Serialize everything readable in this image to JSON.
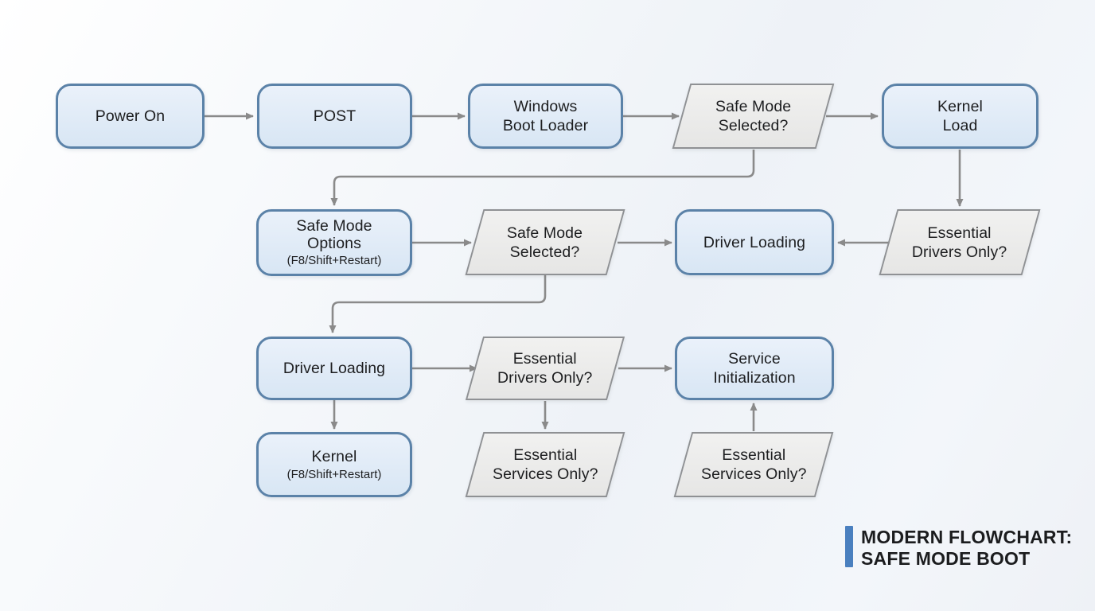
{
  "title": {
    "text": "MODERN FLOWCHART:\nSAFE MODE BOOT"
  },
  "theme": {
    "accent_blue": "#4a80bf",
    "node_fill_top": "#eaf1fa",
    "node_fill_bottom": "#d8e6f4",
    "node_border": "#5b82a8",
    "decision_fill_top": "#f1f1f0",
    "decision_fill_bottom": "#e6e6e5",
    "decision_border": "#8f9194",
    "arrow_color": "#8a8a8a",
    "text_color": "#1d1e20",
    "title_color": "#1b1c1e"
  },
  "nodes": [
    {
      "id": "power-on",
      "type": "process",
      "label": "Power On"
    },
    {
      "id": "post",
      "type": "process",
      "label": "POST"
    },
    {
      "id": "windows-boot-loader",
      "type": "process",
      "label": "Windows\nBoot Loader"
    },
    {
      "id": "safe-mode-selected-1",
      "type": "decision",
      "label": "Safe Mode\nSelected?"
    },
    {
      "id": "kernel-load",
      "type": "process",
      "label": "Kernel\nLoad"
    },
    {
      "id": "safe-mode-options",
      "type": "process",
      "label": "Safe Mode\nOptions",
      "sublabel": "(F8/Shift+Restart)"
    },
    {
      "id": "safe-mode-selected-2",
      "type": "decision",
      "label": "Safe Mode\nSelected?"
    },
    {
      "id": "driver-loading-1",
      "type": "process",
      "label": "Driver Loading"
    },
    {
      "id": "essential-drivers-only-1",
      "type": "decision",
      "label": "Essential\nDrivers Only?"
    },
    {
      "id": "driver-loading-2",
      "type": "process",
      "label": "Driver Loading"
    },
    {
      "id": "essential-drivers-only-2",
      "type": "decision",
      "label": "Essential\nDrivers Only?"
    },
    {
      "id": "service-initialization",
      "type": "process",
      "label": "Service\nInitialization"
    },
    {
      "id": "kernel-f8",
      "type": "process",
      "label": "Kernel",
      "sublabel": "(F8/Shift+Restart)"
    },
    {
      "id": "essential-services-only-1",
      "type": "decision",
      "label": "Essential\nServices Only?"
    },
    {
      "id": "essential-services-only-2",
      "type": "decision",
      "label": "Essential\nServices Only?"
    }
  ],
  "edges": [
    {
      "from": "power-on",
      "to": "post"
    },
    {
      "from": "post",
      "to": "windows-boot-loader"
    },
    {
      "from": "windows-boot-loader",
      "to": "safe-mode-selected-1"
    },
    {
      "from": "safe-mode-selected-1",
      "to": "kernel-load"
    },
    {
      "from": "safe-mode-selected-1",
      "to": "safe-mode-options"
    },
    {
      "from": "kernel-load",
      "to": "essential-drivers-only-1"
    },
    {
      "from": "safe-mode-options",
      "to": "safe-mode-selected-2"
    },
    {
      "from": "safe-mode-selected-2",
      "to": "driver-loading-1"
    },
    {
      "from": "essential-drivers-only-1",
      "to": "driver-loading-1"
    },
    {
      "from": "safe-mode-selected-2",
      "to": "driver-loading-2"
    },
    {
      "from": "driver-loading-2",
      "to": "essential-drivers-only-2"
    },
    {
      "from": "essential-drivers-only-2",
      "to": "service-initialization"
    },
    {
      "from": "driver-loading-2",
      "to": "kernel-f8"
    },
    {
      "from": "essential-drivers-only-2",
      "to": "essential-services-only-1"
    },
    {
      "from": "essential-services-only-2",
      "to": "service-initialization"
    }
  ]
}
